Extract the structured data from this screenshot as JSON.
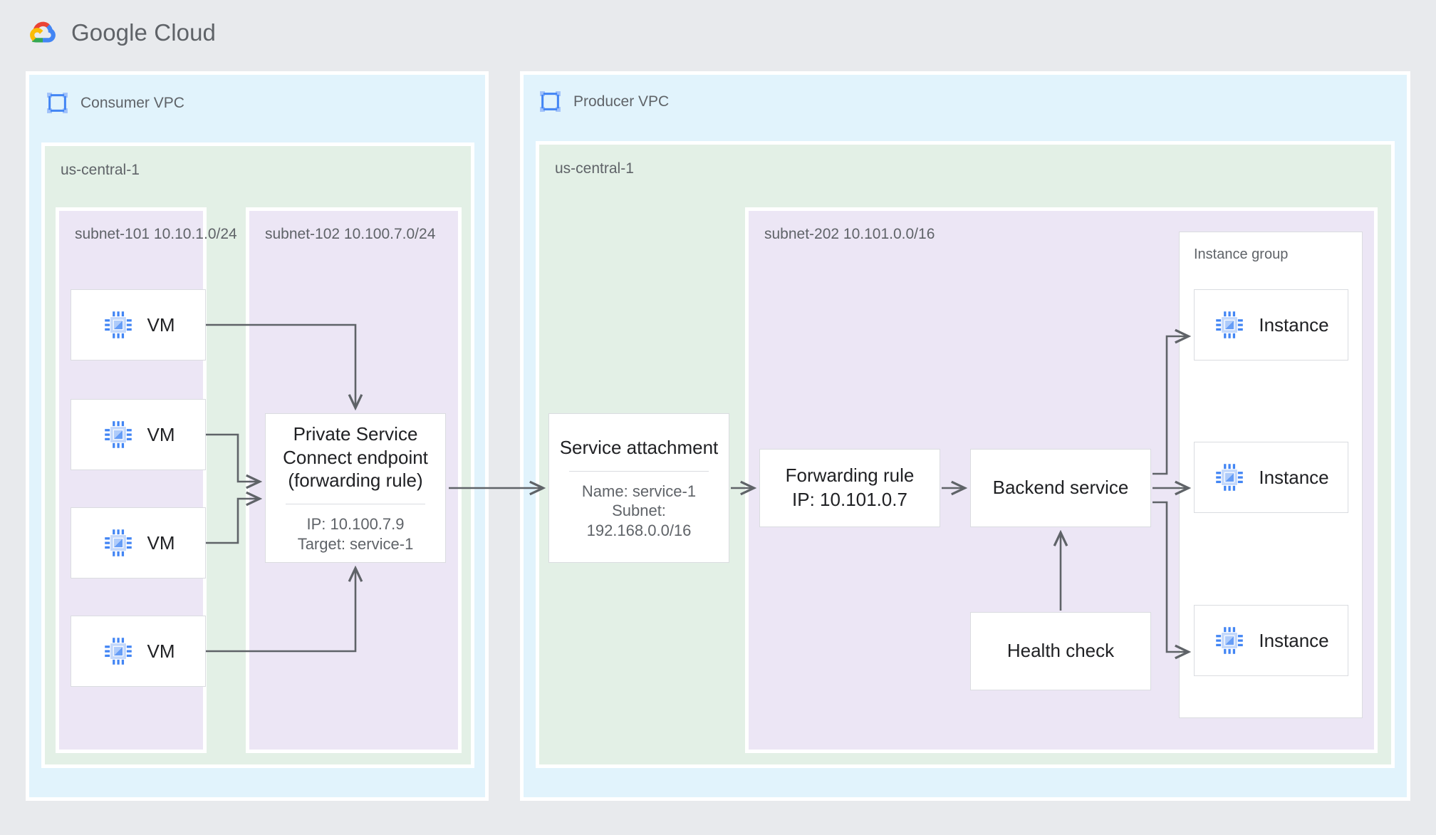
{
  "brand": {
    "name": "Google Cloud",
    "logo_icon": "google-cloud-logo",
    "colors": {
      "canvas_bg": "#e8eaed",
      "vpc_bg": "#e1f3fc",
      "region_bg": "#e3f0e6",
      "subnet_bg": "#ece6f5",
      "node_bg": "#ffffff",
      "node_border": "#dadce0",
      "wire": "#5f6368",
      "text_primary": "#202124",
      "text_secondary": "#5f6368",
      "icon_blue": "#4285f4",
      "icon_blue_light": "#a1c2fa"
    }
  },
  "consumer_vpc": {
    "icon": "vpc-network-icon",
    "label": "Consumer VPC",
    "region": {
      "label": "us-central-1"
    },
    "subnet_101": {
      "label": "subnet-101\n10.10.1.0/24",
      "name": "subnet-101",
      "cidr": "10.10.1.0/24",
      "vms": [
        {
          "icon": "vm-chip-icon",
          "label": "VM"
        },
        {
          "icon": "vm-chip-icon",
          "label": "VM"
        },
        {
          "icon": "vm-chip-icon",
          "label": "VM"
        },
        {
          "icon": "vm-chip-icon",
          "label": "VM"
        }
      ]
    },
    "subnet_102": {
      "label": "subnet-102\n10.100.7.0/24",
      "name": "subnet-102",
      "cidr": "10.100.7.0/24",
      "psc_endpoint": {
        "title": "Private Service\nConnect endpoint\n(forwarding rule)",
        "details": "IP: 10.100.7.9\nTarget: service-1",
        "ip": "10.100.7.9",
        "target": "service-1"
      }
    }
  },
  "producer_vpc": {
    "icon": "vpc-network-icon",
    "label": "Producer VPC",
    "region": {
      "label": "us-central-1"
    },
    "service_attachment": {
      "title": "Service attachment",
      "details": "Name: service-1\nSubnet:\n192.168.0.0/16",
      "name": "service-1",
      "subnet": "192.168.0.0/16"
    },
    "subnet_202": {
      "label": "subnet-202\n10.101.0.0/16",
      "name": "subnet-202",
      "cidr": "10.101.0.0/16",
      "forwarding_rule": {
        "title": "Forwarding rule\nIP: 10.101.0.7",
        "ip": "10.101.0.7"
      },
      "backend_service": {
        "title": "Backend service"
      },
      "health_check": {
        "title": "Health check"
      },
      "instance_group": {
        "label": "Instance group",
        "instances": [
          {
            "icon": "vm-chip-icon",
            "label": "Instance"
          },
          {
            "icon": "vm-chip-icon",
            "label": "Instance"
          },
          {
            "icon": "vm-chip-icon",
            "label": "Instance"
          }
        ]
      }
    }
  }
}
